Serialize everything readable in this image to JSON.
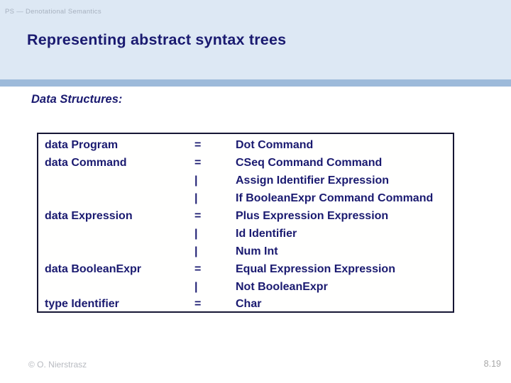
{
  "slide": {
    "header": "PS — Denotational Semantics",
    "title": "Representing abstract syntax trees",
    "section_heading": "Data Structures:",
    "footer_left": "© O. Nierstrasz",
    "page_number": "8.19"
  },
  "colors": {
    "top_band_background": "#dde8f4",
    "accent_bar": "#9dbada",
    "heading_text": "#1a1a70",
    "code_text": "#1a1a70",
    "footer_text": "#b7bac0",
    "page_number_text": "#a8a8a8"
  },
  "code_table": {
    "rows": [
      {
        "lhs": "data Program",
        "op": "=",
        "rhs": "Dot Command"
      },
      {
        "lhs": "data Command",
        "op": "=",
        "rhs": "CSeq Command Command"
      },
      {
        "lhs": "",
        "op": "|",
        "rhs": "Assign Identifier Expression"
      },
      {
        "lhs": "",
        "op": "|",
        "rhs": "If BooleanExpr Command Command"
      },
      {
        "lhs": "data Expression",
        "op": "=",
        "rhs": "Plus Expression Expression"
      },
      {
        "lhs": "",
        "op": "|",
        "rhs": "Id Identifier"
      },
      {
        "lhs": "",
        "op": "|",
        "rhs": "Num Int"
      },
      {
        "lhs": "data BooleanExpr",
        "op": "=",
        "rhs": "Equal Expression Expression"
      },
      {
        "lhs": "",
        "op": "|",
        "rhs": "Not BooleanExpr"
      },
      {
        "lhs": "type Identifier",
        "op": "=",
        "rhs": "Char"
      }
    ]
  }
}
